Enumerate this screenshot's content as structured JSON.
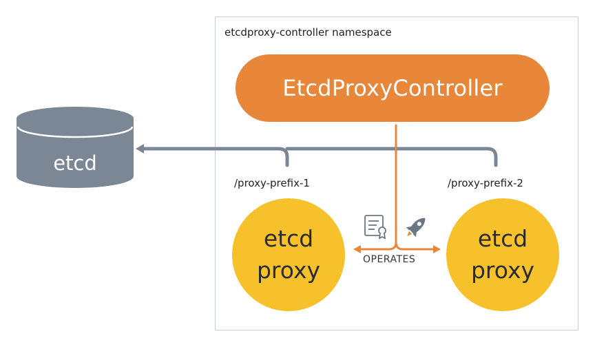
{
  "namespace": {
    "label": "etcdproxy-controller namespace"
  },
  "controller": {
    "label": "EtcdProxyController"
  },
  "etcd": {
    "label": "etcd"
  },
  "proxies": [
    {
      "prefix": "/proxy-prefix-1",
      "line1": "etcd",
      "line2": "proxy"
    },
    {
      "prefix": "/proxy-prefix-2",
      "line1": "etcd",
      "line2": "proxy"
    }
  ],
  "operates": {
    "label": "OPERATES"
  },
  "icons": [
    "certificate-icon",
    "rocket-icon"
  ],
  "colors": {
    "controller": "#e8863a",
    "proxy": "#f7c12b",
    "etcd": "#7b8794",
    "connector": "#7b8794"
  }
}
